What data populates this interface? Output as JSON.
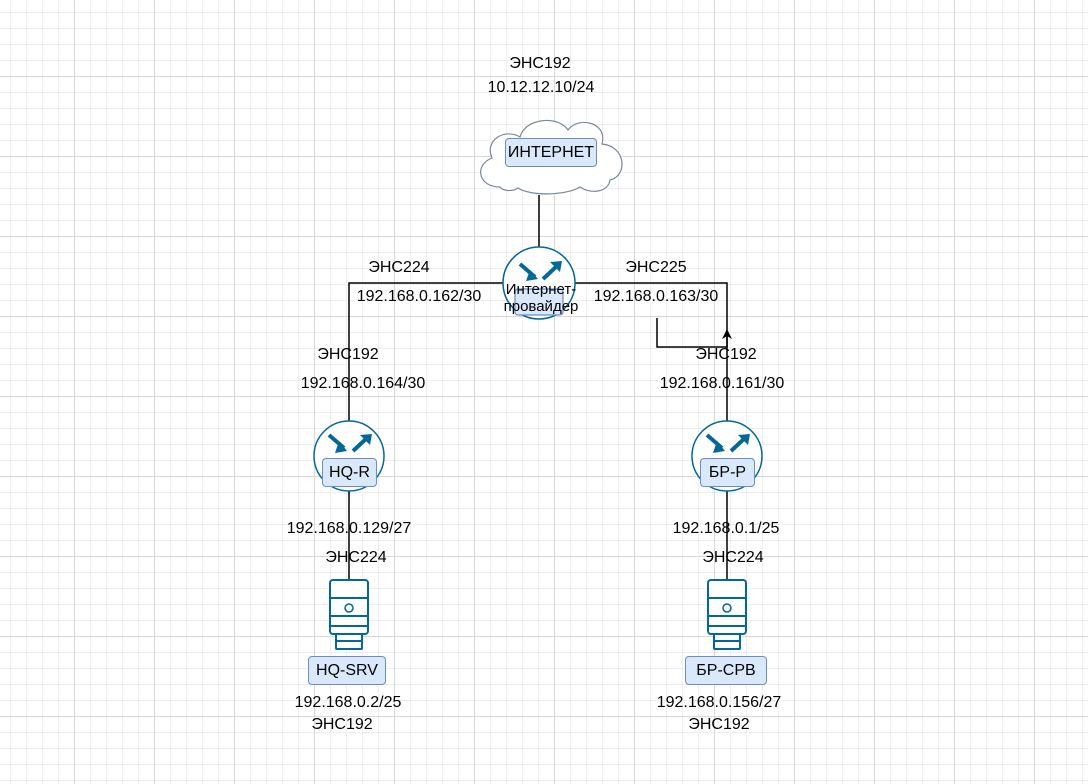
{
  "internet": {
    "label": "ИНТЕРНЕТ",
    "iface_name": "ЭНС192",
    "iface_ip": "10.12.12.10/24"
  },
  "isp": {
    "label": "Интернет-провайдер",
    "left_iface_name": "ЭНС224",
    "left_iface_ip": "192.168.0.162/30",
    "right_iface_name": "ЭНС225",
    "right_iface_ip": "192.168.0.163/30"
  },
  "hq_router": {
    "label": "HQ-R",
    "wan_iface_name": "ЭНС192",
    "wan_iface_ip": "192.168.0.164/30",
    "lan_iface_ip": "192.168.0.129/27",
    "lan_iface_name": "ЭНС224"
  },
  "br_router": {
    "label": "БР-Р",
    "wan_iface_name": "ЭНС192",
    "wan_iface_ip": "192.168.0.161/30",
    "lan_iface_ip": "192.168.0.1/25",
    "lan_iface_name": "ЭНС224"
  },
  "hq_server": {
    "label": "HQ-SRV",
    "ip": "192.168.0.2/25",
    "iface_name": "ЭНС192"
  },
  "br_server": {
    "label": "БР-СРВ",
    "ip": "192.168.0.156/27",
    "iface_name": "ЭНС192"
  },
  "colors": {
    "icon_dark": "#036897",
    "box_fill": "#dae8fc",
    "box_border": "#6c8ebf",
    "line": "#000000"
  }
}
